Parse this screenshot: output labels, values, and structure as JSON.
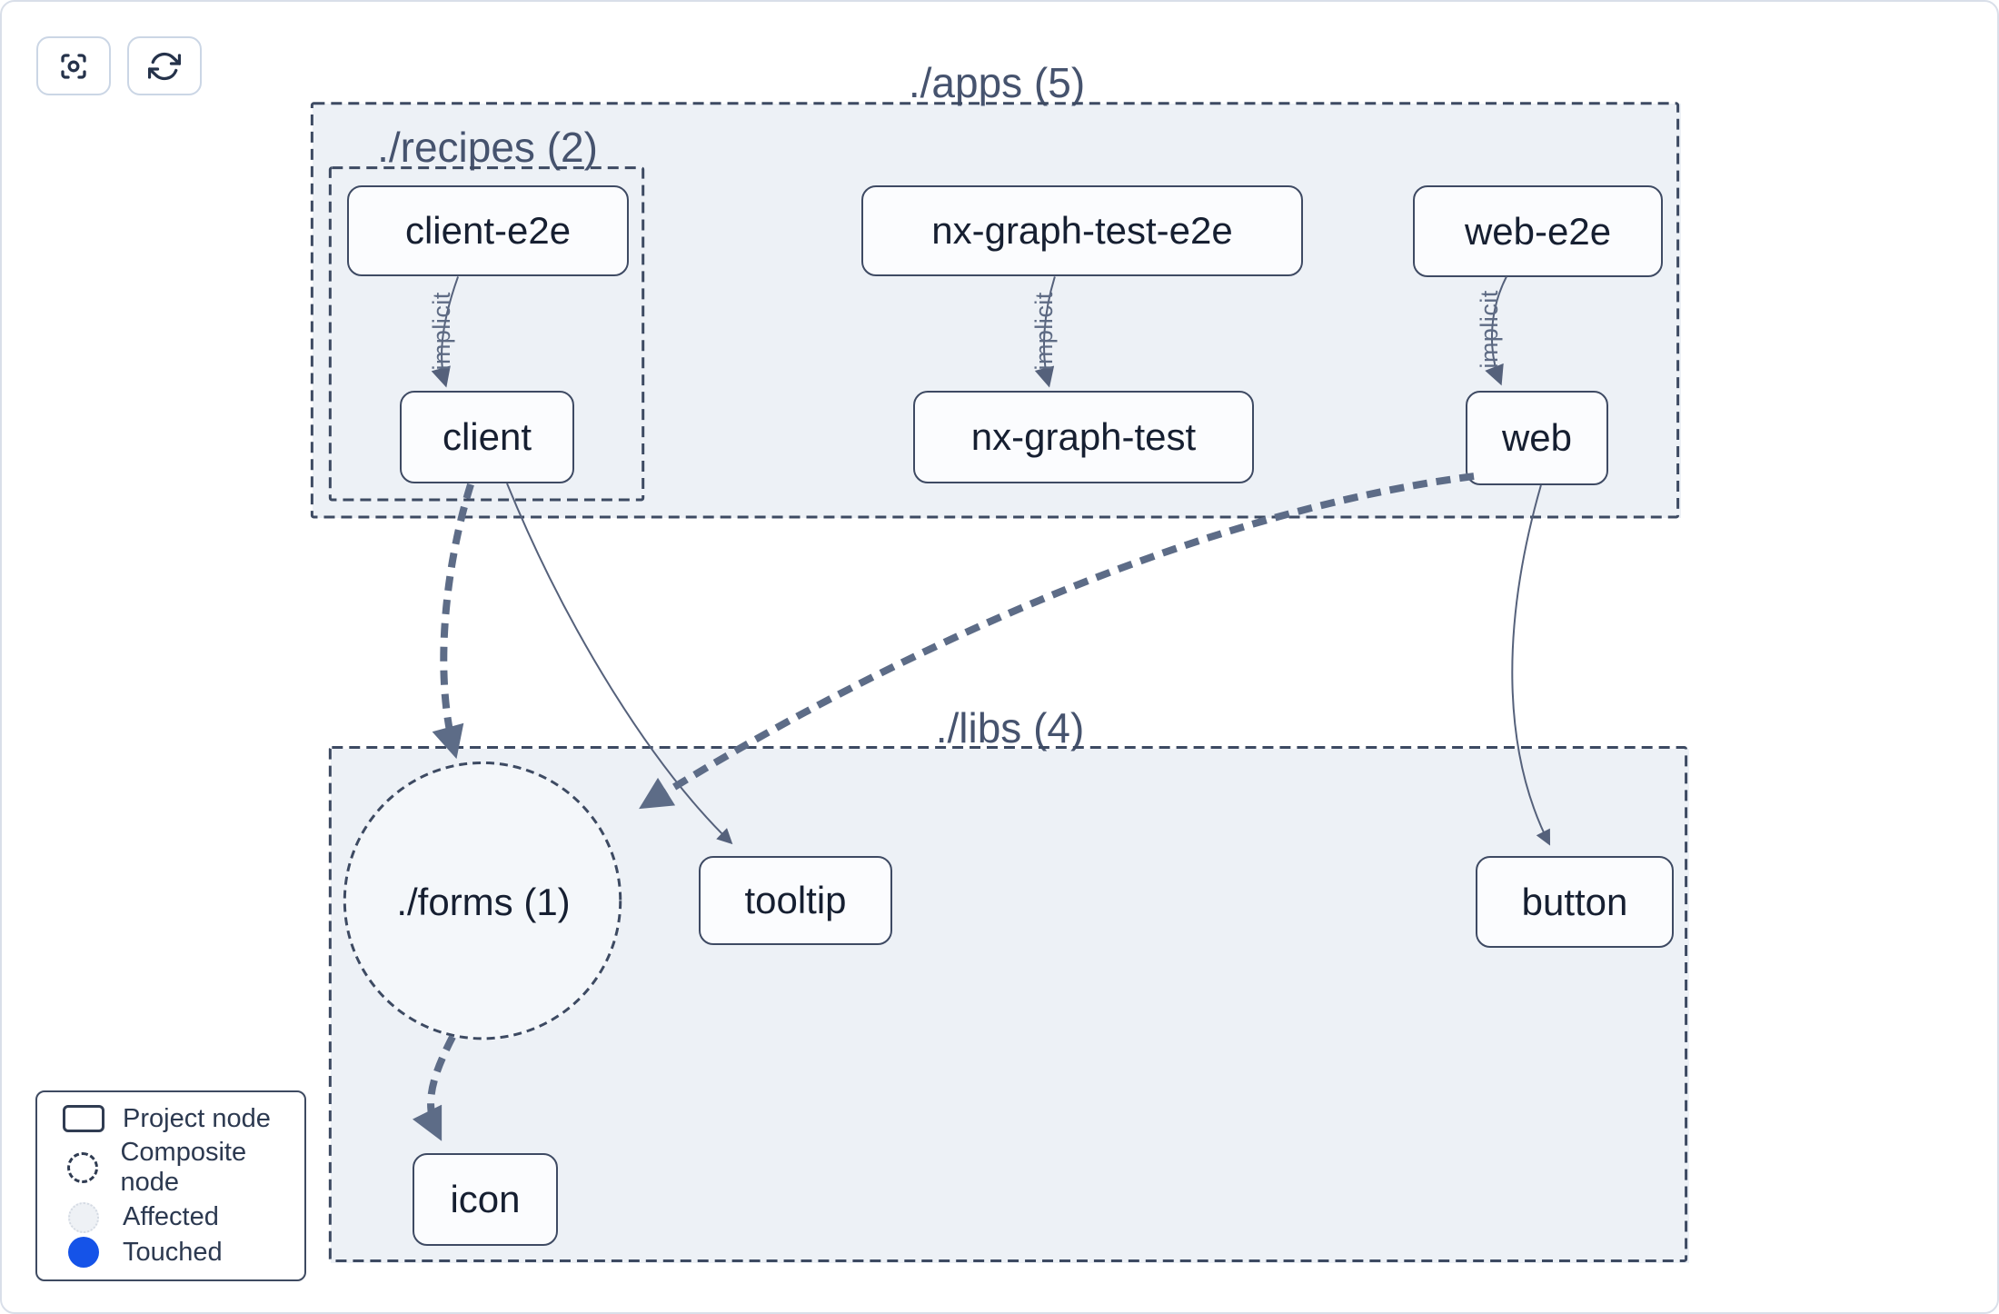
{
  "toolbar": {
    "buttons": [
      {
        "name": "zoom-to-fit",
        "icon": "focus-icon"
      },
      {
        "name": "refresh",
        "icon": "refresh-icon"
      }
    ]
  },
  "groups": {
    "apps": {
      "label": "./apps (5)",
      "count": 5
    },
    "recipes": {
      "label": "./recipes (2)",
      "count": 2
    },
    "libs": {
      "label": "./libs (4)",
      "count": 4
    }
  },
  "nodes": {
    "client_e2e": {
      "label": "client-e2e",
      "type": "project"
    },
    "nx_graph_test_e2e": {
      "label": "nx-graph-test-e2e",
      "type": "project"
    },
    "web_e2e": {
      "label": "web-e2e",
      "type": "project"
    },
    "client": {
      "label": "client",
      "type": "project"
    },
    "nx_graph_test": {
      "label": "nx-graph-test",
      "type": "project"
    },
    "web": {
      "label": "web",
      "type": "project"
    },
    "forms": {
      "label": "./forms (1)",
      "type": "composite",
      "count": 1
    },
    "tooltip": {
      "label": "tooltip",
      "type": "project"
    },
    "button": {
      "label": "button",
      "type": "project"
    },
    "icon": {
      "label": "icon",
      "type": "project"
    }
  },
  "edges": [
    {
      "from": "client-e2e",
      "to": "client",
      "style": "implicit",
      "label": "implicit"
    },
    {
      "from": "nx-graph-test-e2e",
      "to": "nx-graph-test",
      "style": "implicit",
      "label": "implicit"
    },
    {
      "from": "web-e2e",
      "to": "web",
      "style": "implicit",
      "label": "implicit"
    },
    {
      "from": "client",
      "to": "./forms (1)",
      "style": "dashed-thick",
      "label": ""
    },
    {
      "from": "client",
      "to": "tooltip",
      "style": "direct",
      "label": ""
    },
    {
      "from": "web",
      "to": "./forms (1)",
      "style": "dashed-thick",
      "label": ""
    },
    {
      "from": "web",
      "to": "button",
      "style": "direct",
      "label": ""
    },
    {
      "from": "./forms (1)",
      "to": "icon",
      "style": "dashed-thick",
      "label": ""
    }
  ],
  "legend": {
    "items": [
      {
        "label": "Project node",
        "icon": "project-node-icon"
      },
      {
        "label": "Composite node",
        "icon": "composite-node-icon"
      },
      {
        "label": "Affected",
        "icon": "affected-node-icon"
      },
      {
        "label": "Touched",
        "icon": "touched-node-icon"
      }
    ]
  },
  "colors": {
    "container_fill": "#edf1f6",
    "composite_fill": "#f4f7fa",
    "node_fill": "#fbfcfe",
    "border_dark": "#3d4a62",
    "edge_thin": "#55617b",
    "edge_thick": "#5d6c87",
    "node_text": "#161f31",
    "group_label_text": "#46536e",
    "touched_blue": "#1553e8",
    "card_border": "#d9dfe9"
  }
}
